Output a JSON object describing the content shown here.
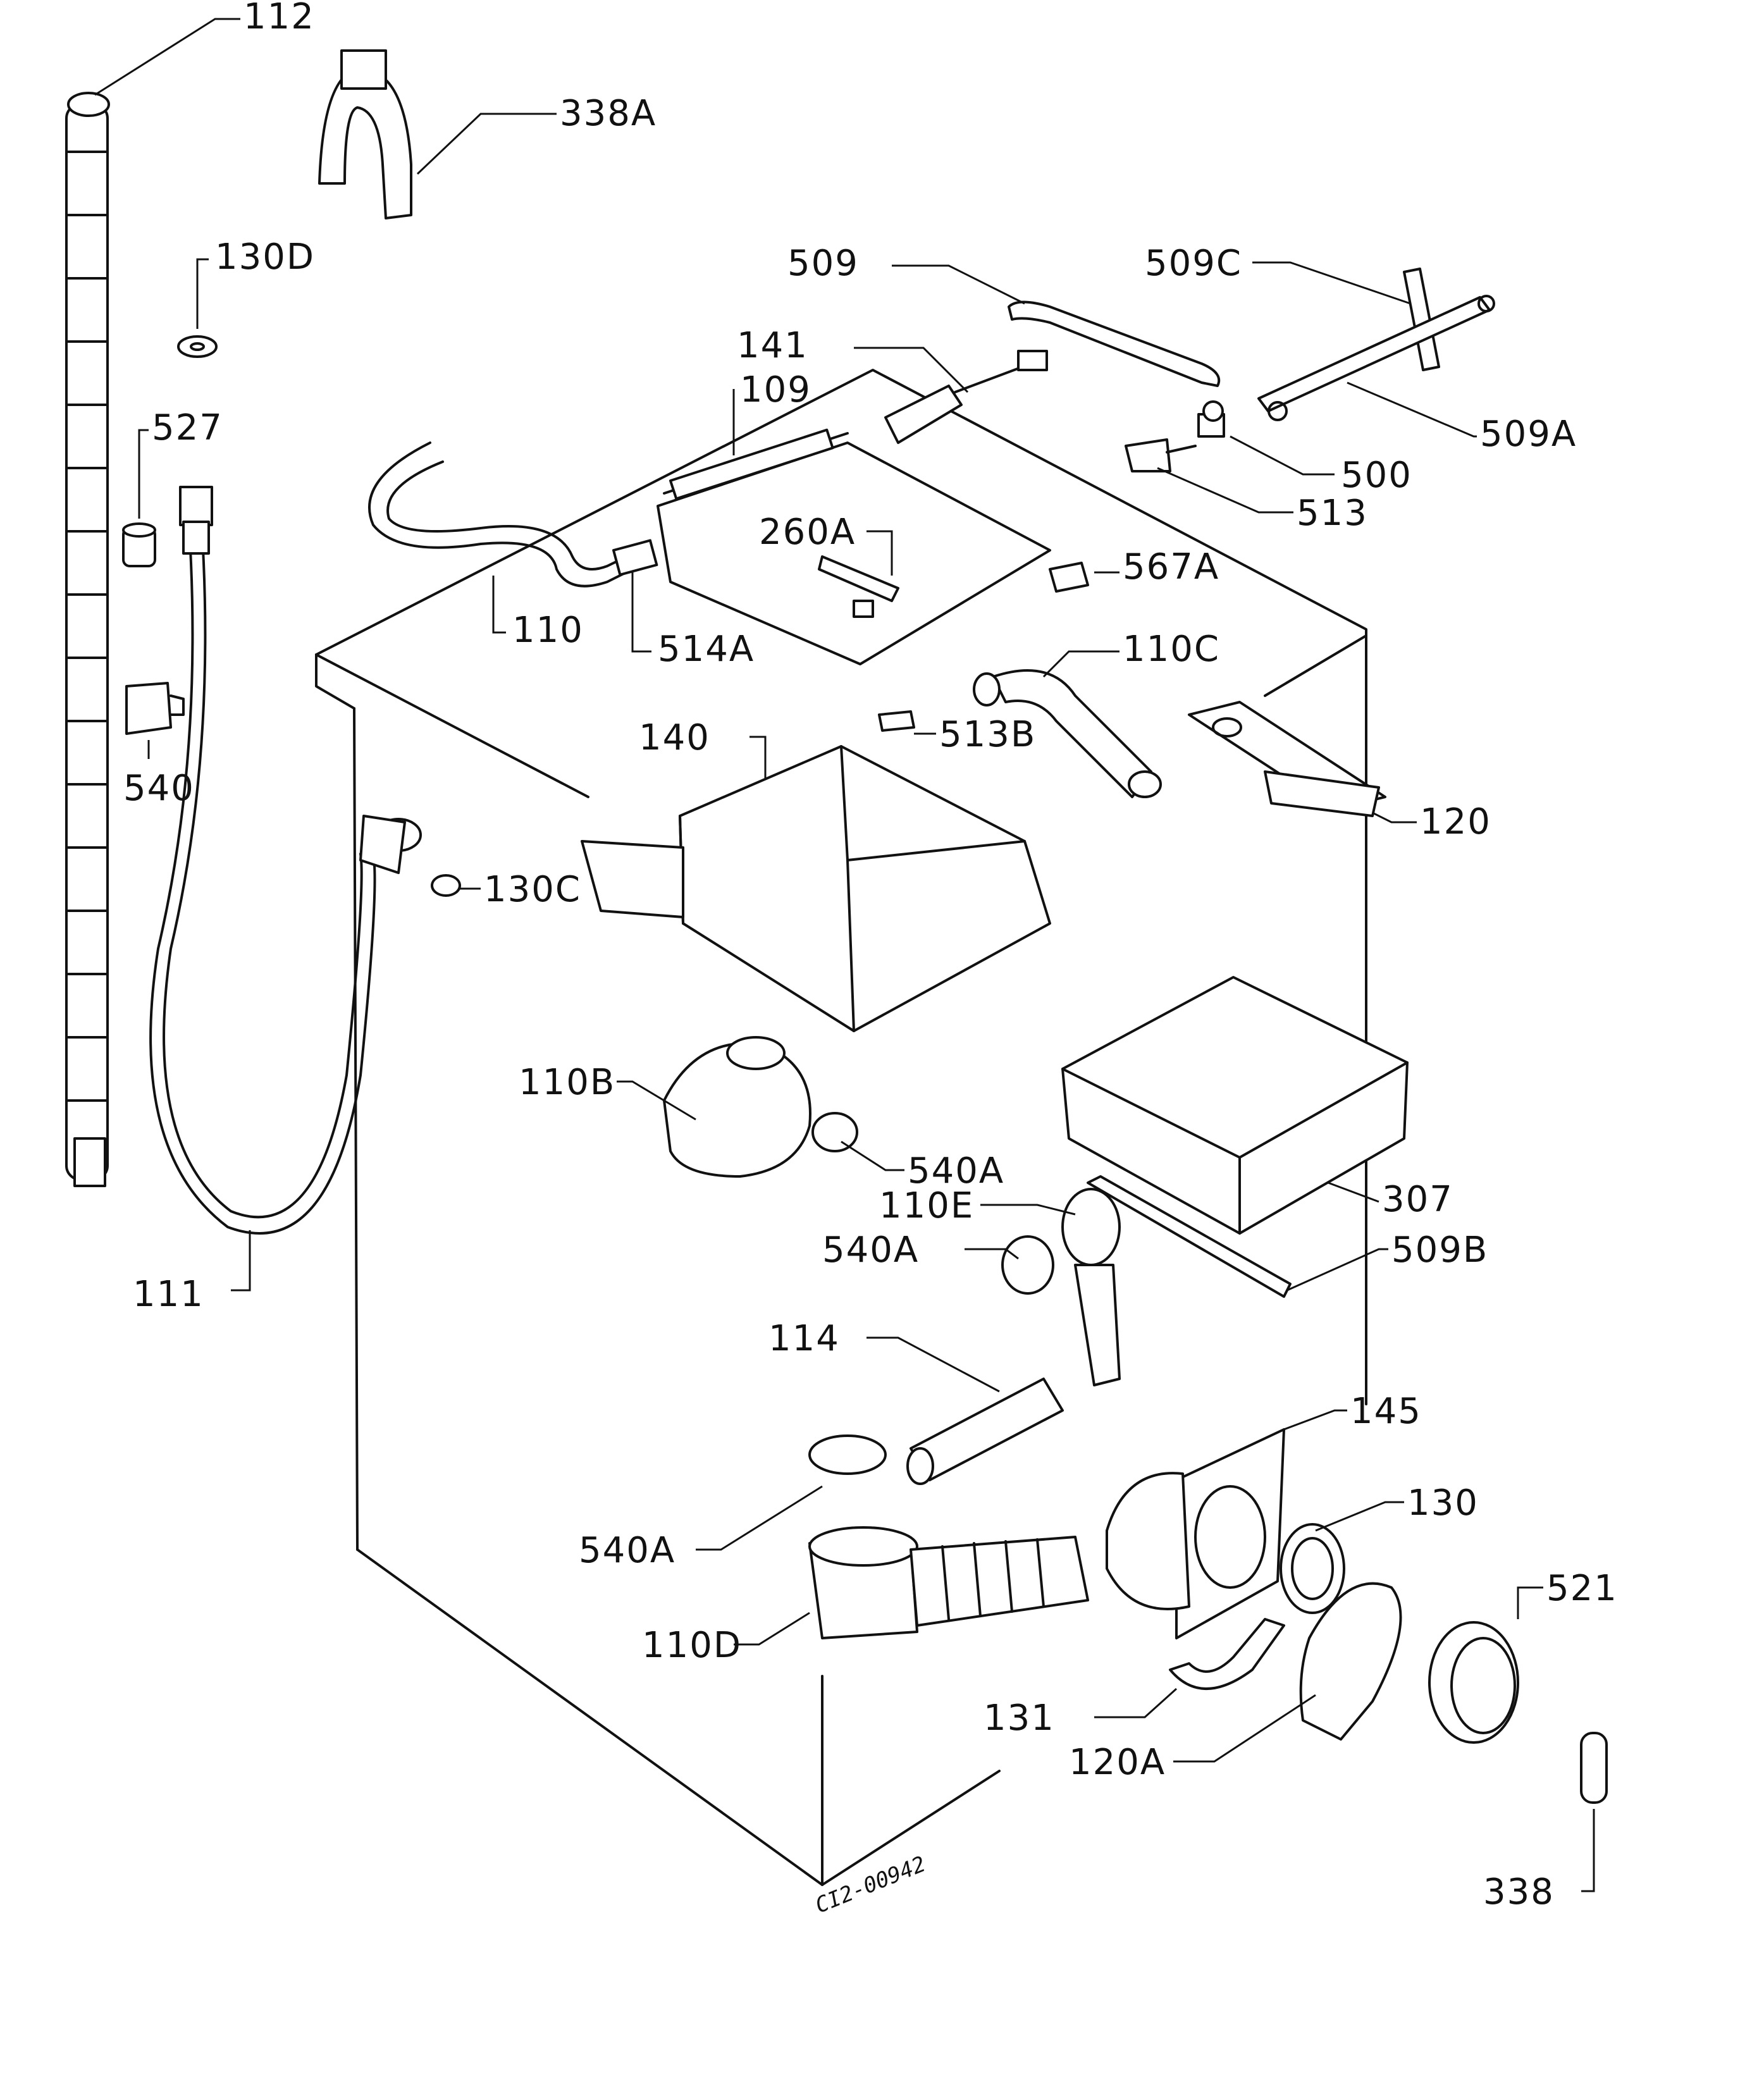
{
  "diagram": {
    "drawing_code": "CI2-00942",
    "labels": {
      "l112": "112",
      "l338a": "338A",
      "l130d": "130D",
      "l527": "527",
      "l540": "540",
      "l111": "111",
      "l509": "509",
      "l509c": "509C",
      "l141": "141",
      "l109": "109",
      "l509a": "509A",
      "l500": "500",
      "l513": "513",
      "l260a": "260A",
      "l567a": "567A",
      "l110": "110",
      "l514a": "514A",
      "l110c": "110C",
      "l140": "140",
      "l513b": "513B",
      "l120": "120",
      "l130c": "130C",
      "l110b": "110B",
      "l540a_1": "540A",
      "l110e": "110E",
      "l540a_2": "540A",
      "l307": "307",
      "l509b": "509B",
      "l114": "114",
      "l145": "145",
      "l130": "130",
      "l540a_3": "540A",
      "l521": "521",
      "l110d": "110D",
      "l131": "131",
      "l120a": "120A",
      "l338": "338"
    }
  }
}
